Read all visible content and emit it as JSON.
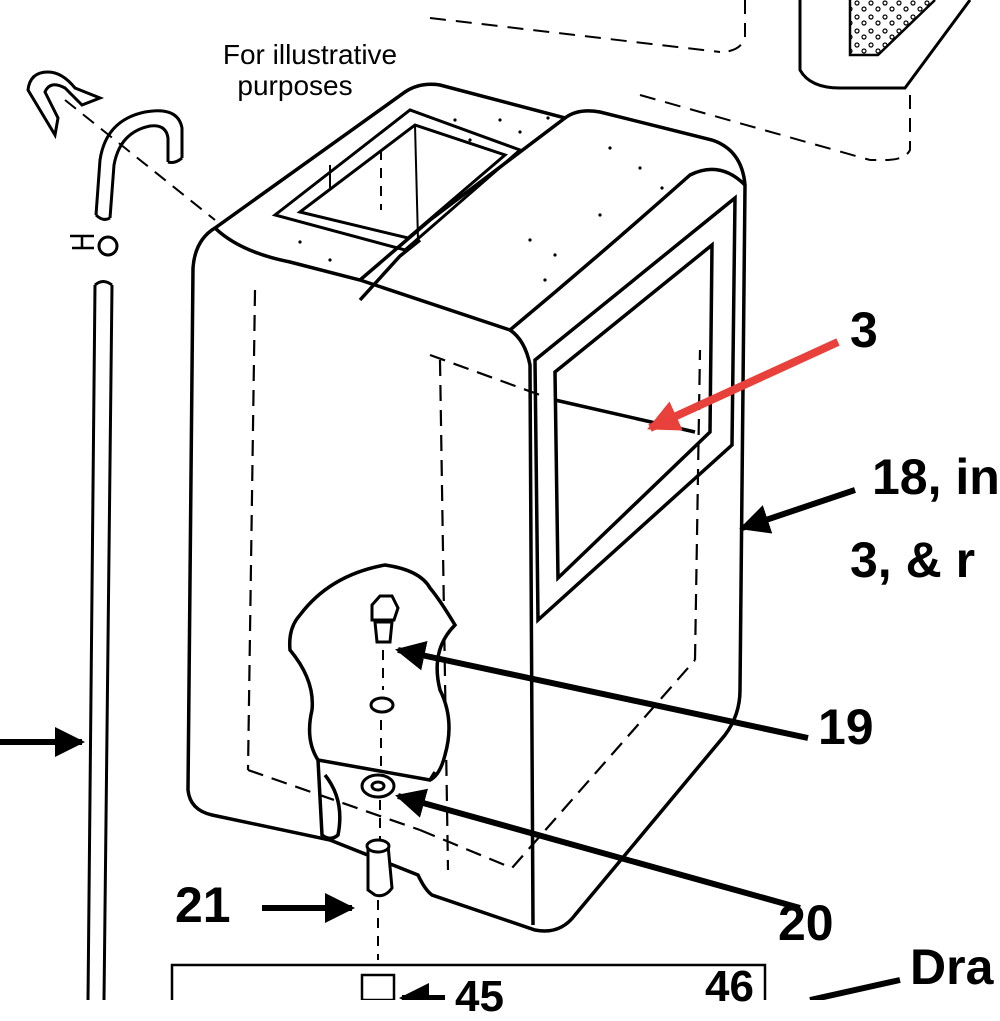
{
  "note": {
    "line1": "For illustrative",
    "line2": "purposes"
  },
  "callouts": {
    "c3": "3",
    "c18_line1": "18, in",
    "c18_line2": "3, & r",
    "c19": "19",
    "c20": "20",
    "c21": "21",
    "c45": "45",
    "c46": "46",
    "drain": "Dra"
  },
  "colors": {
    "line": "#000000",
    "highlight_arrow": "#e8403a",
    "background": "#ffffff"
  }
}
